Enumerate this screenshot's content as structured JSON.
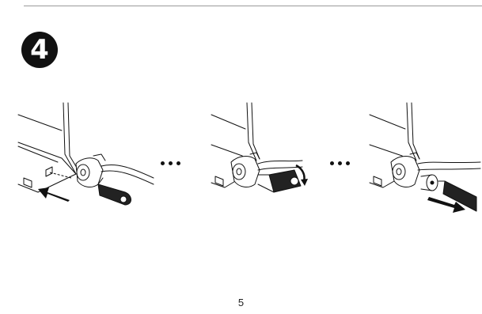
{
  "document": {
    "step_number": "4",
    "page_number": "5",
    "illustrations": [
      {
        "name": "insert-lock",
        "icon": "lock-insert-arrow-icon"
      },
      {
        "name": "turn-key",
        "icon": "lock-turn-key-icon"
      },
      {
        "name": "remove-key",
        "icon": "lock-remove-key-arrow-icon"
      }
    ]
  }
}
